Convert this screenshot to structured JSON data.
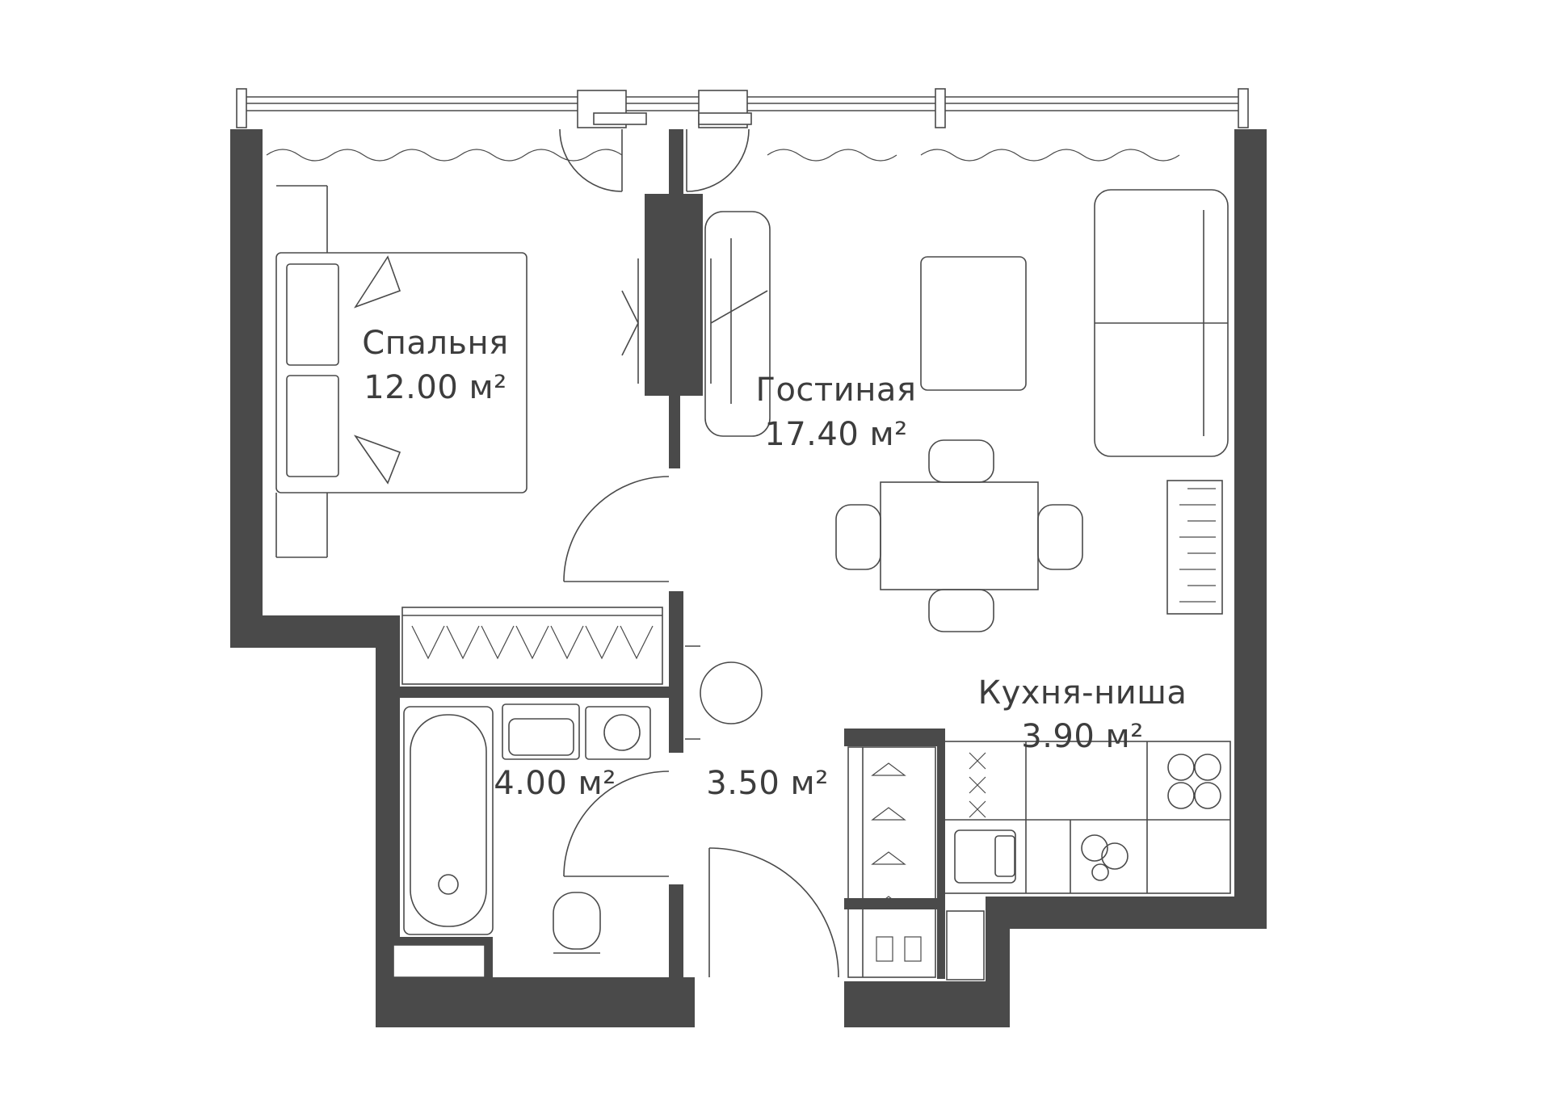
{
  "rooms": {
    "bedroom": {
      "name": "Спальня",
      "area": "12.00 м²"
    },
    "living": {
      "name": "Гостиная",
      "area": "17.40 м²"
    },
    "kitchen": {
      "name": "Кухня-ниша",
      "area": "3.90 м²"
    },
    "bathroom": {
      "area": "4.00 м²"
    },
    "hall": {
      "area": "3.50 м²"
    }
  },
  "colors": {
    "walls": "#4a4a4a",
    "background": "#ffffff",
    "text": "#3d3d3d"
  }
}
